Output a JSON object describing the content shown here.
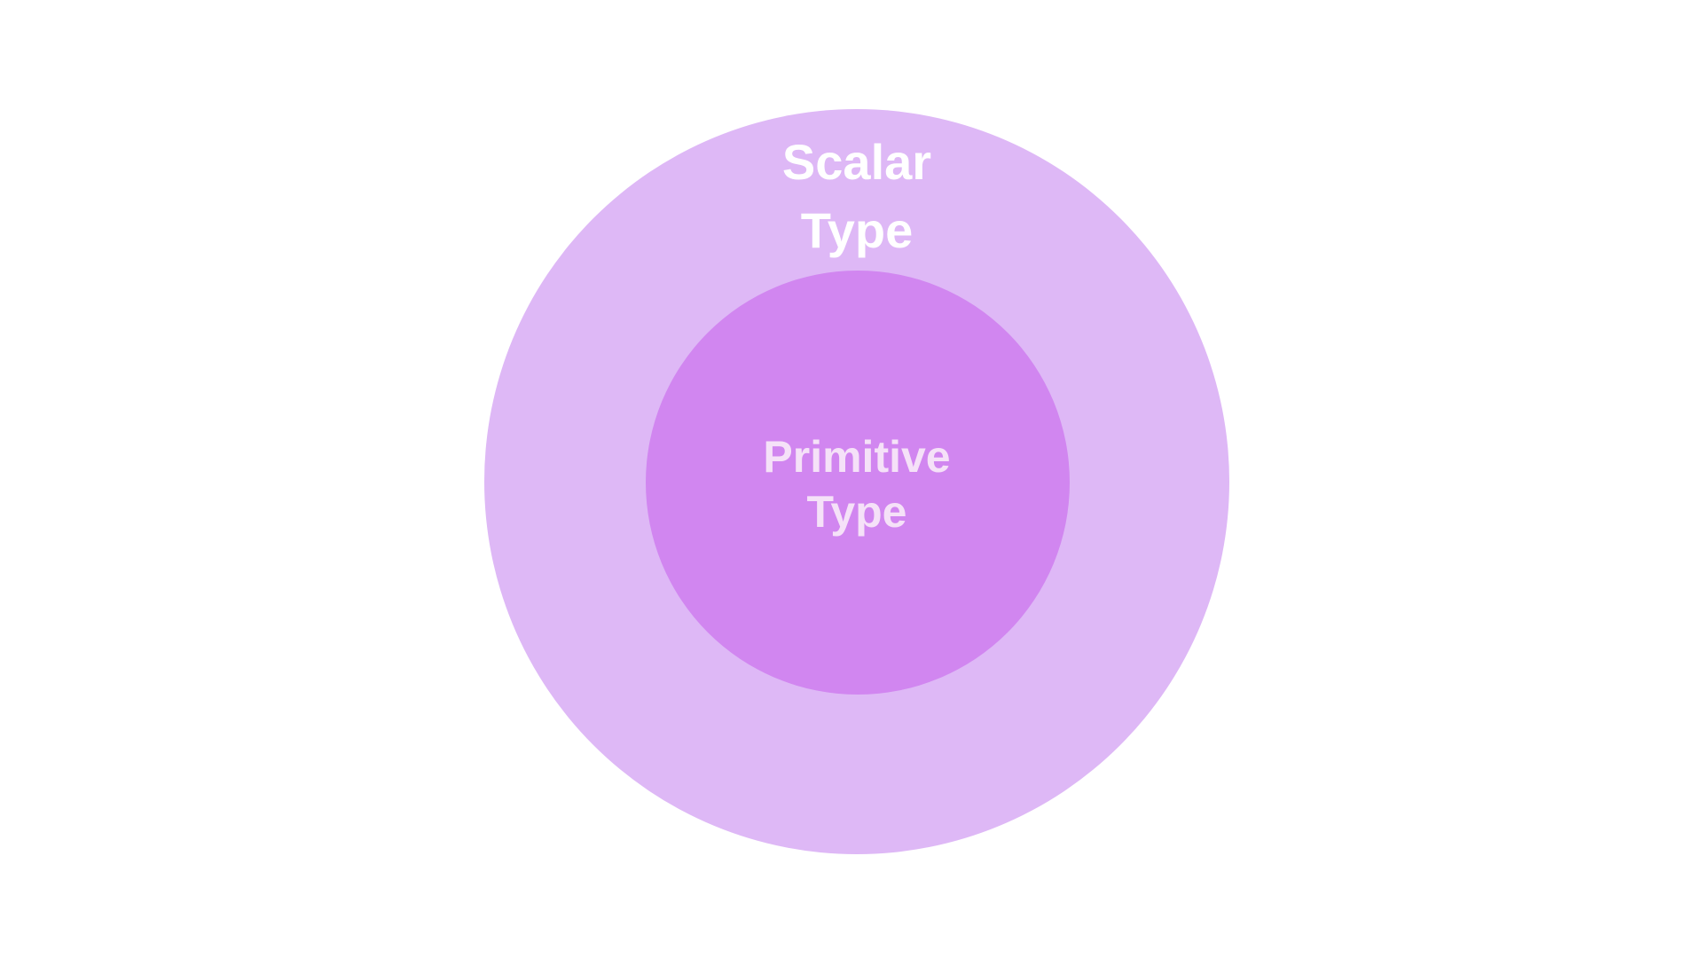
{
  "diagram": {
    "outer": {
      "label_line1": "Scalar",
      "label_line2": "Type",
      "fill": "#deb8f6",
      "text_color": "#ffffff"
    },
    "inner": {
      "label_line1": "Primitive",
      "label_line2": "Type",
      "fill": "#d186f0",
      "text_color": "#f5e1f8"
    }
  }
}
